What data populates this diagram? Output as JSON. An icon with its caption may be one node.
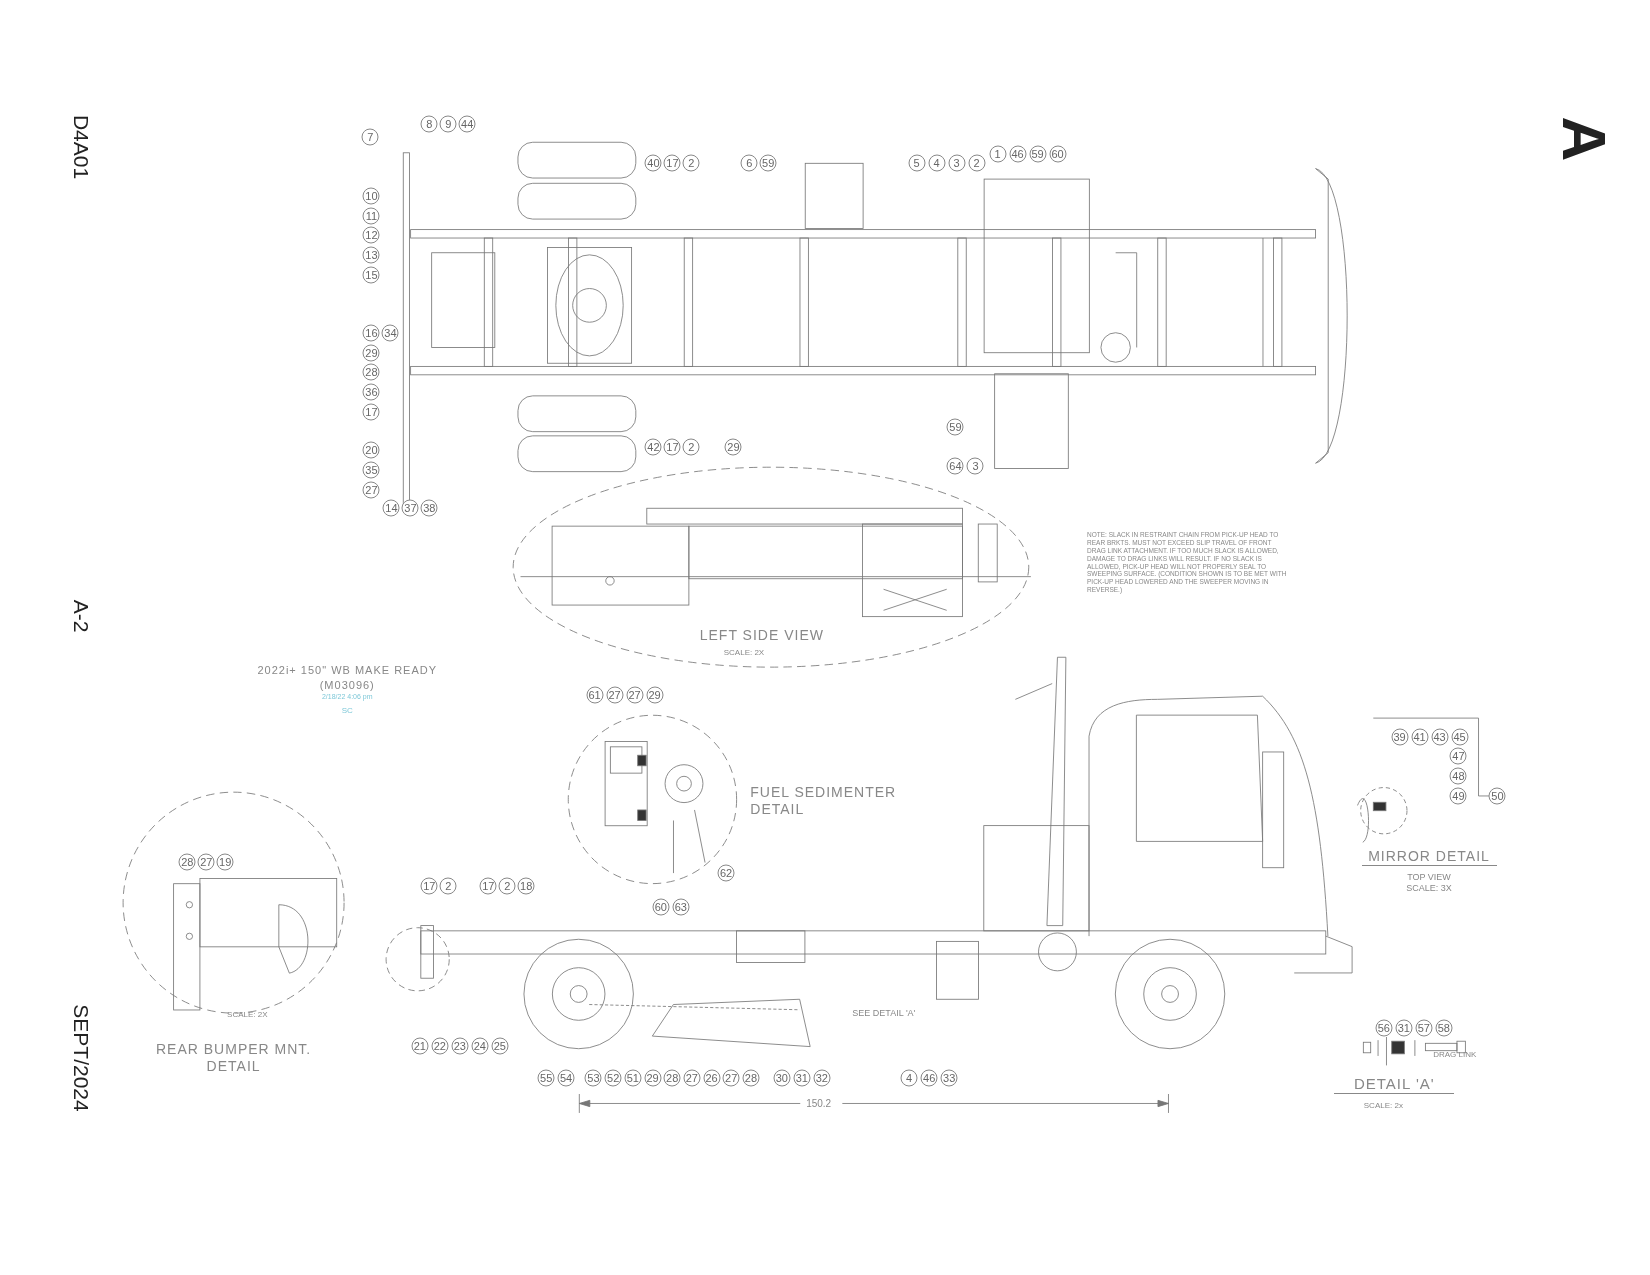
{
  "diagram": {
    "labels": [
      "D4A01",
      "A-2",
      "SEPT/2024",
      "A",
      "7",
      "8",
      "9",
      "44",
      "10",
      "11",
      "12",
      "13",
      "15",
      "16",
      "34",
      "29",
      "28",
      "36",
      "17",
      "20",
      "35",
      "27",
      "14",
      "37",
      "38",
      "40",
      "17",
      "2",
      "6",
      "59",
      "5",
      "4",
      "3",
      "2",
      "1",
      "46",
      "59",
      "60",
      "59",
      "42",
      "17",
      "2",
      "29",
      "64",
      "3",
      "61",
      "27",
      "27",
      "29",
      "62",
      "60",
      "63",
      "28",
      "27",
      "19",
      "17",
      "2",
      "17",
      "2",
      "18",
      "21",
      "22",
      "23",
      "24",
      "25",
      "55",
      "54",
      "53",
      "52",
      "51",
      "29",
      "28",
      "27",
      "26",
      "27",
      "28",
      "30",
      "31",
      "32",
      "4",
      "46",
      "33",
      "39",
      "41",
      "43",
      "45",
      "47",
      "48",
      "49",
      "50",
      "56",
      "31",
      "57",
      "58",
      "LEFT SIDE VIEW",
      "SCALE: 2X",
      "NOTE:  SLACK IN RESTRAINT CHAIN FROM PICK-UP HEAD TO REAR BRKTS. MUST NOT EXCEED SLIP TRAVEL OF FRONT DRAG LINK ATTACHMENT. IF TOO MUCH SLACK IS ALLOWED, DAMAGE TO DRAG LINKS WILL RESULT. IF NO SLACK IS ALLOWED, PICK-UP HEAD WILL NOT PROPERLY SEAL TO SWEEPING SURFACE. (CONDITION SHOWN IS TO BE MET WITH PICK-UP HEAD LOWERED AND THE SWEEPER MOVING IN REVERSE.)",
      "2022i+ 150\" WB MAKE READY",
      "(M03096)",
      "2/18/22 4:06 pm",
      "SC",
      "FUEL SEDIMENTER DETAIL",
      "MIRROR DETAIL",
      "TOP VIEW SCALE: 3X",
      "SCALE: 2X",
      "REAR BUMPER MNT. DETAIL",
      "SEE DETAIL 'A'",
      "150.2",
      "DETAIL 'A'",
      "SCALE: 2x",
      "DRAG LINK"
    ]
  }
}
